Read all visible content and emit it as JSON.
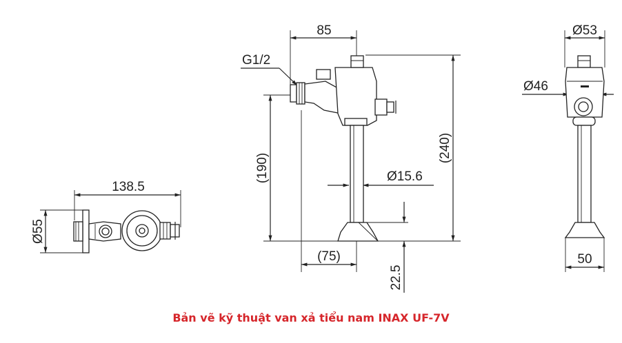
{
  "diagram": {
    "title": "Bản vẽ kỹ thuật van xả tiểu nam INAX UF-7V",
    "title_color": "#d6262b",
    "line_color": "#222222",
    "plan_view": {
      "width_dim": "138.5",
      "height_dim": "Ø55"
    },
    "front_view": {
      "top_width_dim": "85",
      "thread_label": "G1/2",
      "inlet_height_dim": "(190)",
      "total_height_dim": "(240)",
      "pipe_diameter_dim": "Ø15.6",
      "bottom_offset_dim": "(75)",
      "outlet_depth_dim": "22.5"
    },
    "side_view": {
      "top_diameter_dim": "Ø53",
      "body_diameter_dim": "Ø46",
      "base_width_dim": "50"
    }
  }
}
